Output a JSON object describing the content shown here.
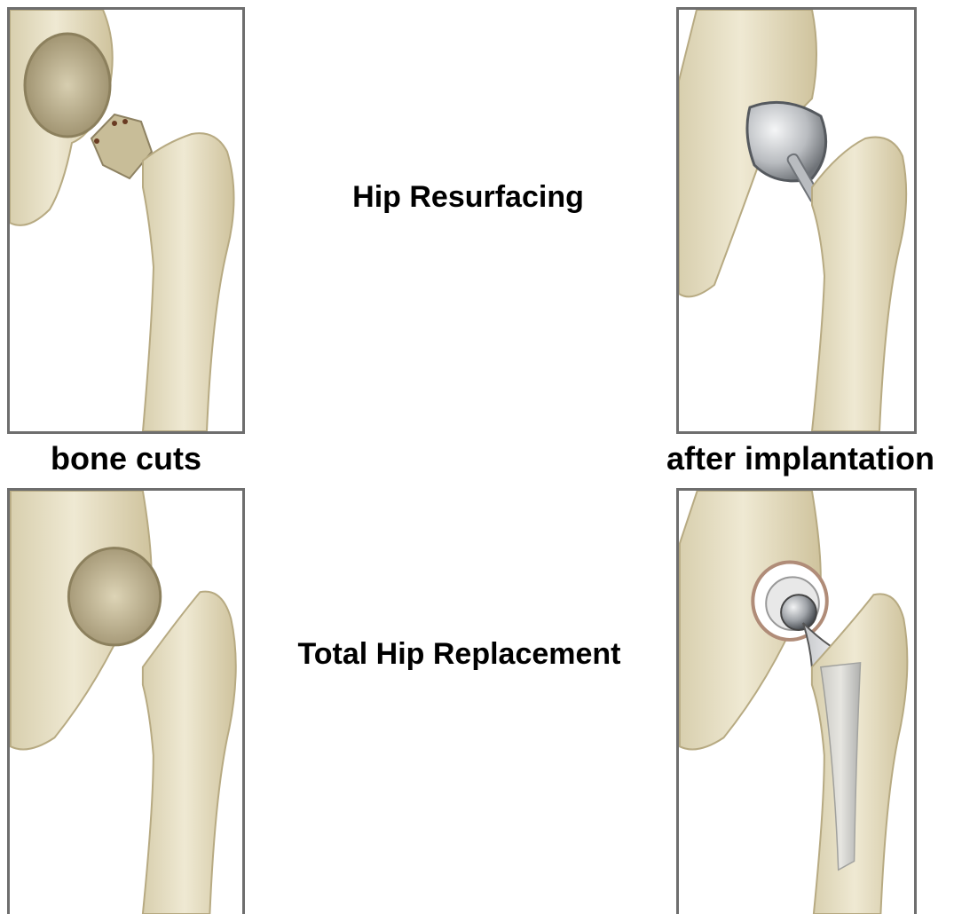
{
  "labels": {
    "hip_resurfacing": "Hip Resurfacing",
    "total_hip_replacement": "Total Hip Replacement",
    "bone_cuts": "bone cuts",
    "after_implantation": "after implantation"
  },
  "colors": {
    "bone": "#e9e2c8",
    "bone_shade": "#cbbf98",
    "bone_dark": "#9e9170",
    "metal": "#b9bcc0",
    "metal_dark": "#6f7378",
    "panel_border": "#6e6e6e"
  }
}
